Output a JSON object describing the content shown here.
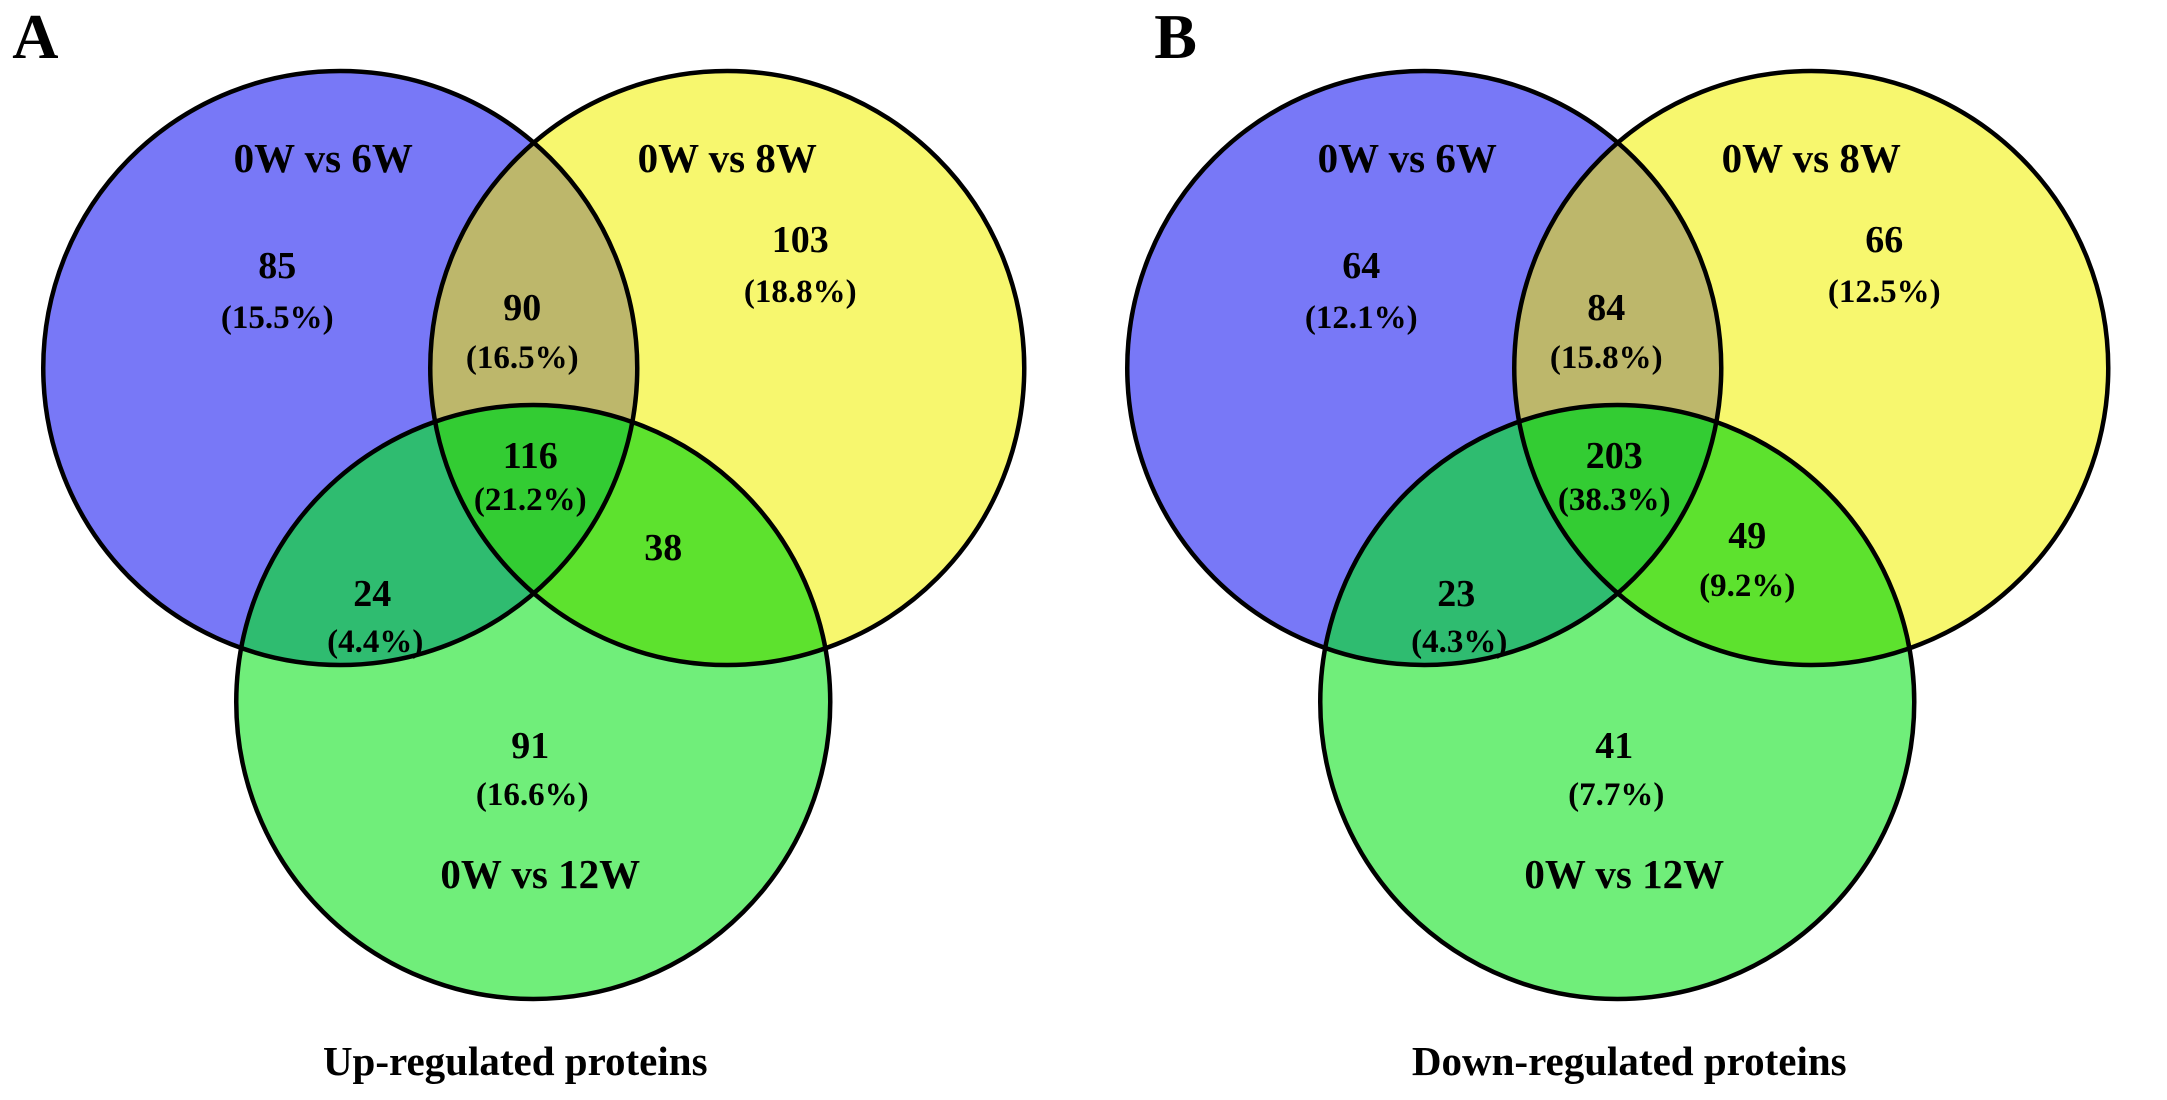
{
  "colors": {
    "blue": "#7878F7",
    "yellow": "#F7F76E",
    "olive": "#BDB76B",
    "teal": "#2FBC70",
    "chartreuse": "#5DE22E",
    "center_green": "#33CC33",
    "light_green": "#70EE7A",
    "outline": "#000000"
  },
  "panels": [
    {
      "letter": "A",
      "caption": "Up-regulated proteins",
      "set_blue_label": "0W vs 6W",
      "set_yellow_label": "0W vs 8W",
      "set_green_label": "0W vs 12W",
      "regions": {
        "blue_only": {
          "count": "85",
          "pct": "(15.5%)"
        },
        "yellow_only": {
          "count": "103",
          "pct": "(18.8%)"
        },
        "blue_yellow": {
          "count": "90",
          "pct": "(16.5%)"
        },
        "center": {
          "count": "116",
          "pct": "(21.2%)"
        },
        "blue_green": {
          "count": "24",
          "pct": "(4.4%)"
        },
        "yellow_green": {
          "count": "38",
          "pct": ""
        },
        "green_only": {
          "count": "91",
          "pct": "(16.6%)"
        }
      }
    },
    {
      "letter": "B",
      "caption": "Down-regulated proteins",
      "set_blue_label": "0W vs 6W",
      "set_yellow_label": "0W vs 8W",
      "set_green_label": "0W vs 12W",
      "regions": {
        "blue_only": {
          "count": "64",
          "pct": "(12.1%)"
        },
        "yellow_only": {
          "count": "66",
          "pct": "(12.5%)"
        },
        "blue_yellow": {
          "count": "84",
          "pct": "(15.8%)"
        },
        "center": {
          "count": "203",
          "pct": "(38.3%)"
        },
        "blue_green": {
          "count": "23",
          "pct": "(4.3%)"
        },
        "yellow_green": {
          "count": "49",
          "pct": "(9.2%)"
        },
        "green_only": {
          "count": "41",
          "pct": "(7.7%)"
        }
      }
    }
  ],
  "chart_data": [
    {
      "type": "venn",
      "title": "Up-regulated proteins",
      "sets": [
        "0W vs 6W",
        "0W vs 8W",
        "0W vs 12W"
      ],
      "regions": {
        "0W vs 6W only": {
          "count": 85,
          "pct": "15.5%"
        },
        "0W vs 8W only": {
          "count": 103,
          "pct": "18.8%"
        },
        "0W vs 12W only": {
          "count": 91,
          "pct": "16.6%"
        },
        "0W vs 6W ∩ 0W vs 8W": {
          "count": 90,
          "pct": "16.5%"
        },
        "0W vs 6W ∩ 0W vs 12W": {
          "count": 24,
          "pct": "4.4%"
        },
        "0W vs 8W ∩ 0W vs 12W": {
          "count": 38,
          "pct": null
        },
        "all three": {
          "count": 116,
          "pct": "21.2%"
        }
      }
    },
    {
      "type": "venn",
      "title": "Down-regulated proteins",
      "sets": [
        "0W vs 6W",
        "0W vs 8W",
        "0W vs 12W"
      ],
      "regions": {
        "0W vs 6W only": {
          "count": 64,
          "pct": "12.1%"
        },
        "0W vs 8W only": {
          "count": 66,
          "pct": "12.5%"
        },
        "0W vs 12W only": {
          "count": 41,
          "pct": "7.7%"
        },
        "0W vs 6W ∩ 0W vs 8W": {
          "count": 84,
          "pct": "15.8%"
        },
        "0W vs 6W ∩ 0W vs 12W": {
          "count": 23,
          "pct": "4.3%"
        },
        "0W vs 8W ∩ 0W vs 12W": {
          "count": 49,
          "pct": "9.2%"
        },
        "all three": {
          "count": 203,
          "pct": "38.3%"
        }
      }
    }
  ]
}
